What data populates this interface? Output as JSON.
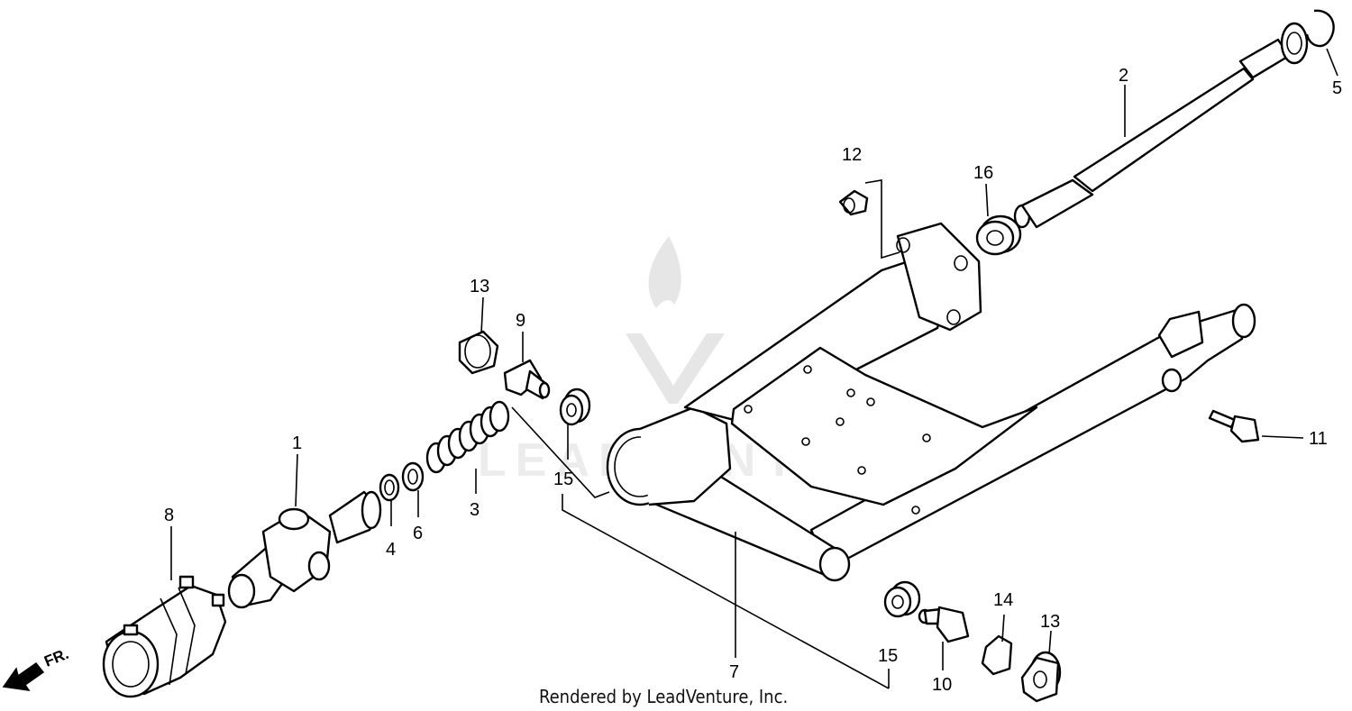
{
  "callouts": {
    "c1": "1",
    "c2": "2",
    "c3": "3",
    "c4": "4",
    "c5": "5",
    "c6": "6",
    "c7": "7",
    "c8": "8",
    "c9": "9",
    "c10": "10",
    "c11": "11",
    "c12": "12",
    "c13a": "13",
    "c13b": "13",
    "c14": "14",
    "c15a": "15",
    "c15b": "15",
    "c16": "16"
  },
  "direction_label": "FR.",
  "credit": "Rendered by LeadVenture, Inc.",
  "watermark": "LEADVENTURE"
}
